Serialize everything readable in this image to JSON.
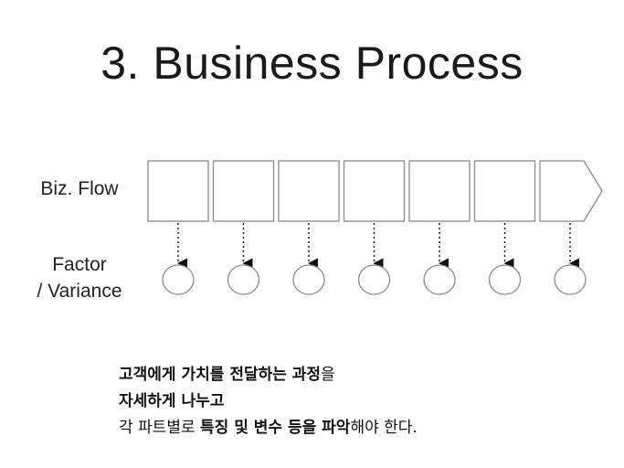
{
  "title": "3. Business Process",
  "labels": {
    "flow": "Biz. Flow",
    "factor_line1": "Factor",
    "factor_line2": "/ Variance"
  },
  "diagram": {
    "step_count": 7,
    "colors": {
      "stroke": "#8a8a8a",
      "arrow": "#111111"
    }
  },
  "description": {
    "line1": [
      {
        "text": "고객에게 가치를 전달하는 과정",
        "bold": true
      },
      {
        "text": "을",
        "bold": false
      }
    ],
    "line2": [
      {
        "text": "자세하게 나누고",
        "bold": true
      }
    ],
    "line3": [
      {
        "text": "각 파트별로 ",
        "bold": false
      },
      {
        "text": "특징 및 변수 등을 파악",
        "bold": true
      },
      {
        "text": "해야 한다.",
        "bold": false
      }
    ]
  }
}
